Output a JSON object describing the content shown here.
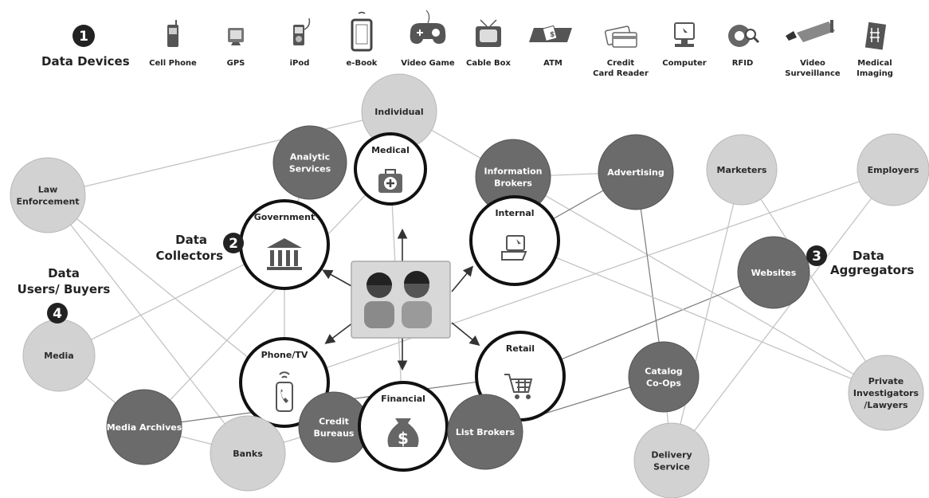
{
  "devices": {
    "number": "1",
    "title": "Data Devices",
    "items": [
      {
        "label": [
          "Cell Phone"
        ],
        "icon": "cell-phone-icon"
      },
      {
        "label": [
          "GPS"
        ],
        "icon": "gps-icon"
      },
      {
        "label": [
          "iPod"
        ],
        "icon": "ipod-icon"
      },
      {
        "label": [
          "e-Book"
        ],
        "icon": "ebook-icon"
      },
      {
        "label": [
          "Video Game"
        ],
        "icon": "game-controller-icon"
      },
      {
        "label": [
          "Cable Box"
        ],
        "icon": "tv-icon"
      },
      {
        "label": [
          "ATM"
        ],
        "icon": "atm-card-icon"
      },
      {
        "label": [
          "Credit",
          "Card Reader"
        ],
        "icon": "credit-card-icon"
      },
      {
        "label": [
          "Computer"
        ],
        "icon": "computer-icon"
      },
      {
        "label": [
          "RFID"
        ],
        "icon": "rfid-icon"
      },
      {
        "label": [
          "Video",
          "Surveillance"
        ],
        "icon": "camera-icon"
      },
      {
        "label": [
          "Medical",
          "Imaging"
        ],
        "icon": "medical-imaging-icon"
      }
    ]
  },
  "groups": {
    "collectors": {
      "number": "2",
      "label": [
        "Data",
        "Collectors"
      ]
    },
    "aggregators": {
      "number": "3",
      "label": [
        "Data",
        "Aggregators"
      ]
    },
    "users": {
      "number": "4",
      "label": [
        "Data",
        "Users/ Buyers"
      ]
    }
  },
  "colors": {
    "light": "#d2d2d2",
    "dark": "#6b6b6b",
    "white": "#ffffff",
    "badge": "#222222"
  },
  "nodes": [
    {
      "id": "individual",
      "label": [
        "Individual"
      ],
      "style": "light"
    },
    {
      "id": "analytic",
      "label": [
        "Analytic",
        "Services"
      ],
      "style": "dark"
    },
    {
      "id": "medical",
      "label": [
        "Medical"
      ],
      "style": "white",
      "icon": "medical-kit-icon"
    },
    {
      "id": "infobrokers",
      "label": [
        "Information",
        "Brokers"
      ],
      "style": "dark"
    },
    {
      "id": "advertising",
      "label": [
        "Advertising"
      ],
      "style": "dark"
    },
    {
      "id": "marketers",
      "label": [
        "Marketers"
      ],
      "style": "light"
    },
    {
      "id": "employers",
      "label": [
        "Employers"
      ],
      "style": "light"
    },
    {
      "id": "law",
      "label": [
        "Law",
        "Enforcement"
      ],
      "style": "light"
    },
    {
      "id": "government",
      "label": [
        "Government"
      ],
      "style": "white",
      "icon": "government-building-icon"
    },
    {
      "id": "internal",
      "label": [
        "Internal"
      ],
      "style": "white",
      "icon": "laptop-icon"
    },
    {
      "id": "websites",
      "label": [
        "Websites"
      ],
      "style": "dark"
    },
    {
      "id": "media",
      "label": [
        "Media"
      ],
      "style": "light"
    },
    {
      "id": "phonetv",
      "label": [
        "Phone/TV"
      ],
      "style": "white",
      "icon": "phone-icon"
    },
    {
      "id": "retail",
      "label": [
        "Retail"
      ],
      "style": "white",
      "icon": "shopping-cart-icon"
    },
    {
      "id": "catalog",
      "label": [
        "Catalog",
        "Co-Ops"
      ],
      "style": "dark"
    },
    {
      "id": "private",
      "label": [
        "Private",
        "Investigators",
        "/Lawyers"
      ],
      "style": "light"
    },
    {
      "id": "mediaarchives",
      "label": [
        "Media Archives"
      ],
      "style": "dark"
    },
    {
      "id": "banks",
      "label": [
        "Banks"
      ],
      "style": "light"
    },
    {
      "id": "credit",
      "label": [
        "Credit",
        "Bureaus"
      ],
      "style": "dark"
    },
    {
      "id": "financial",
      "label": [
        "Financial"
      ],
      "style": "white",
      "icon": "money-bag-icon"
    },
    {
      "id": "listbrokers",
      "label": [
        "List Brokers"
      ],
      "style": "dark"
    },
    {
      "id": "delivery",
      "label": [
        "Delivery",
        "Service"
      ],
      "style": "light"
    }
  ],
  "center": {
    "icon": "people-icon"
  }
}
